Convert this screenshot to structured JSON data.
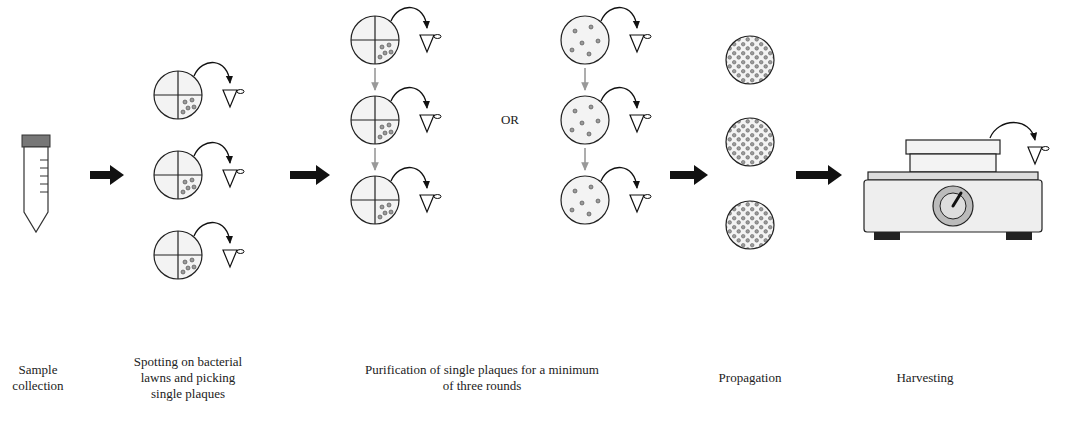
{
  "diagram": {
    "nodes": [
      {
        "text": [
          "Sample collection"
        ]
      },
      {
        "text": [
          "Spotting on bacterial lawns and picking single plaques"
        ]
      },
      {
        "text": [
          "Purification of single plaques for a minimum of three rounds"
        ]
      },
      {
        "text": [
          "Propagation"
        ]
      },
      {
        "text": [
          "Harvesting"
        ]
      }
    ],
    "edges": [
      {
        "from": 0,
        "to": 1,
        "arrow": "to"
      },
      {
        "from": 1,
        "to": 2,
        "arrow": "to"
      },
      {
        "from": 2,
        "to": 3,
        "arrow": "to"
      },
      {
        "from": 3,
        "to": 4,
        "arrow": "to"
      }
    ],
    "labels": [
      "OR"
    ]
  }
}
